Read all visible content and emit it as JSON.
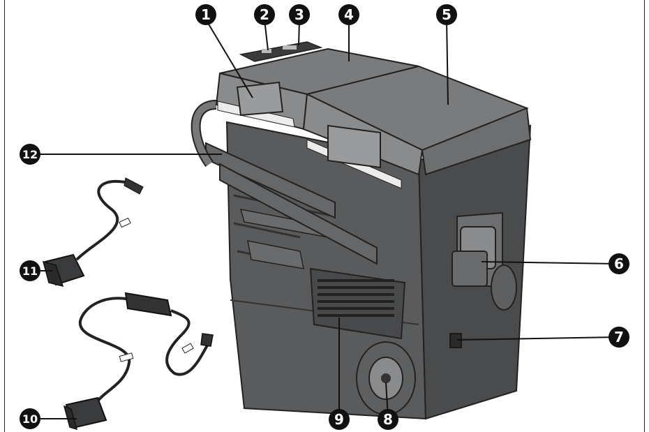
{
  "callouts": [
    {
      "label": "1"
    },
    {
      "label": "2"
    },
    {
      "label": "3"
    },
    {
      "label": "4"
    },
    {
      "label": "5"
    },
    {
      "label": "6"
    },
    {
      "label": "7"
    },
    {
      "label": "8"
    },
    {
      "label": "9"
    },
    {
      "label": "10"
    },
    {
      "label": "11"
    },
    {
      "label": "12"
    }
  ],
  "colors": {
    "body": "#5a5b5d",
    "body_dark": "#3e3f41",
    "lid": "#7a7b7d",
    "lid_light": "#9a9b9d",
    "stripe": "#e8e8e8",
    "callout": "#111111",
    "callout_text": "#ffffff"
  },
  "icons": [
    "cooler-illustration",
    "power-cable-icon",
    "ac-adapter-icon"
  ]
}
